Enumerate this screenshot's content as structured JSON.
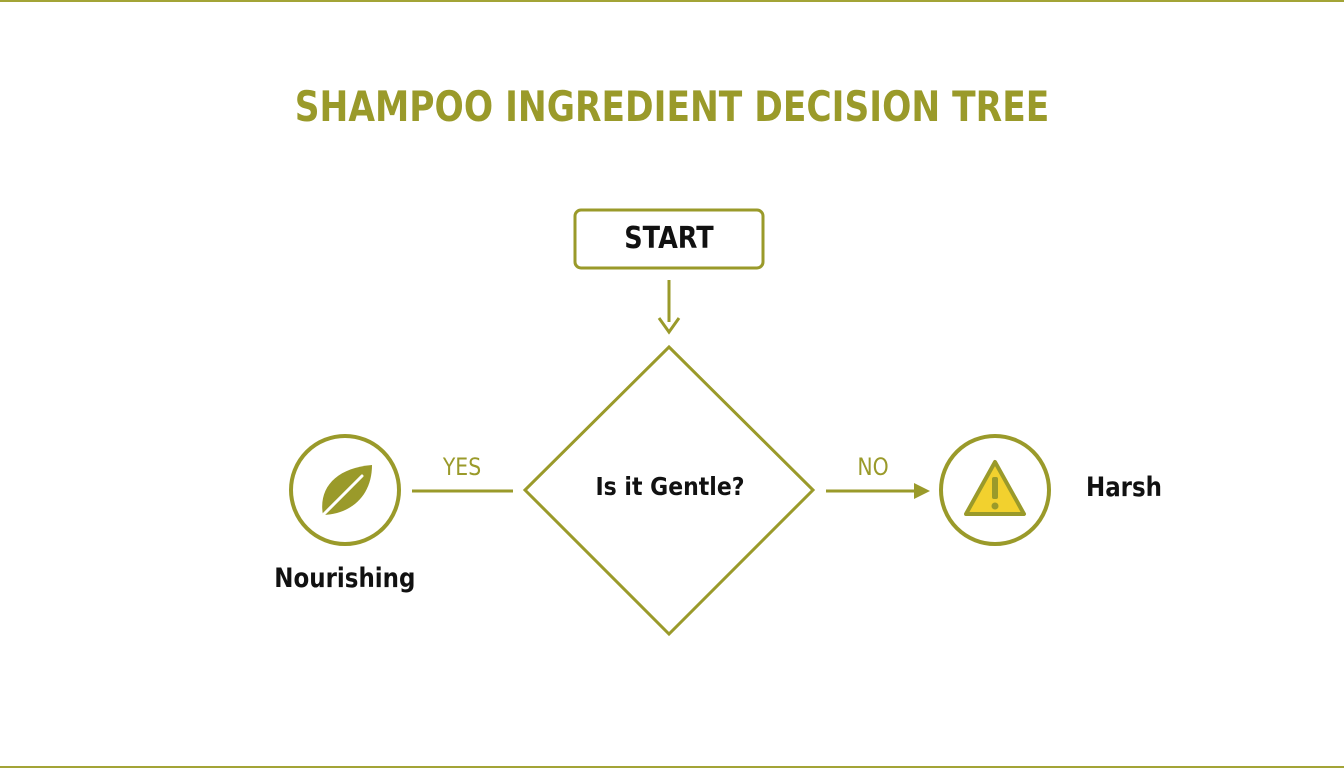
{
  "title": "SHAMPOO INGREDIENT DECISION TREE",
  "nodes": {
    "start": "START",
    "decision": "Is it Gentle?",
    "yes_outcome": {
      "label": "Nourishing",
      "icon": "leaf-icon"
    },
    "no_outcome": {
      "label": "Harsh",
      "icon": "warning-icon"
    }
  },
  "edges": {
    "yes": "YES",
    "no": "NO"
  },
  "colors": {
    "accent": "#9a9a2a",
    "warning_fill": "#f2d12e",
    "text": "#111111"
  }
}
